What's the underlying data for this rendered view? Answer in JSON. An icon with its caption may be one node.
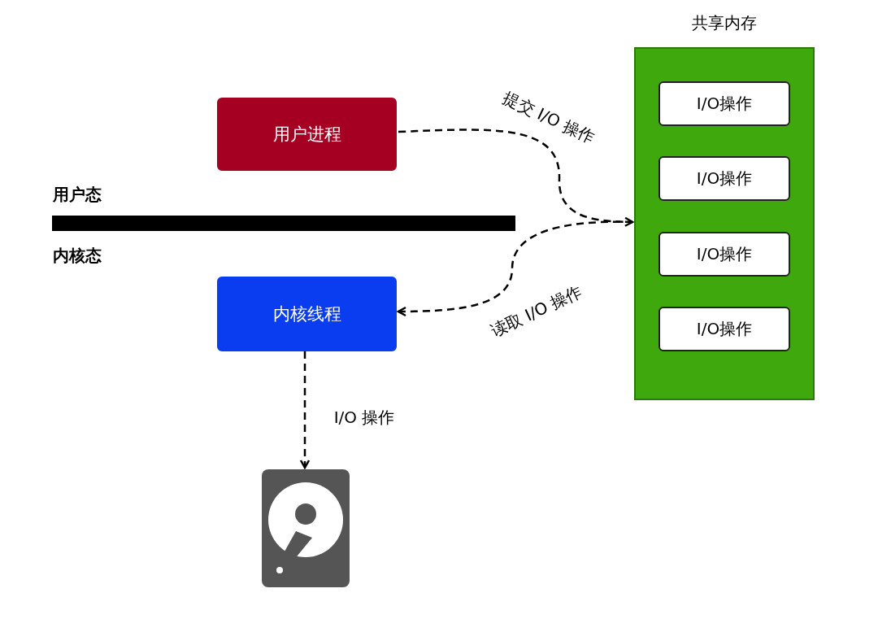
{
  "diagram": {
    "nodes": [
      {
        "text": [
          "共享内存"
        ]
      },
      {
        "text": [
          "I/O操作"
        ],
        "in": 0
      },
      {
        "text": [
          "I/O操作"
        ],
        "in": 0
      },
      {
        "text": [
          "I/O操作"
        ],
        "in": 0
      },
      {
        "text": [
          "I/O操作"
        ],
        "in": 0
      },
      {
        "text": [
          "用户进程"
        ]
      },
      {
        "text": [
          "内核线程"
        ]
      },
      {
        "text": [],
        "shape": "picture"
      }
    ],
    "edges": [
      {
        "from": 5,
        "to": 0,
        "arrow": "to",
        "label": "提交 I/O 操作",
        "style": "dashed"
      },
      {
        "from": 0,
        "to": 6,
        "arrow": "to",
        "label": "读取 I/O 操作",
        "style": "dashed"
      },
      {
        "from": 6,
        "to": 7,
        "arrow": "to",
        "label": "I/O 操作",
        "style": "dashed"
      }
    ],
    "labels": [
      "用户态",
      "内核态"
    ]
  }
}
